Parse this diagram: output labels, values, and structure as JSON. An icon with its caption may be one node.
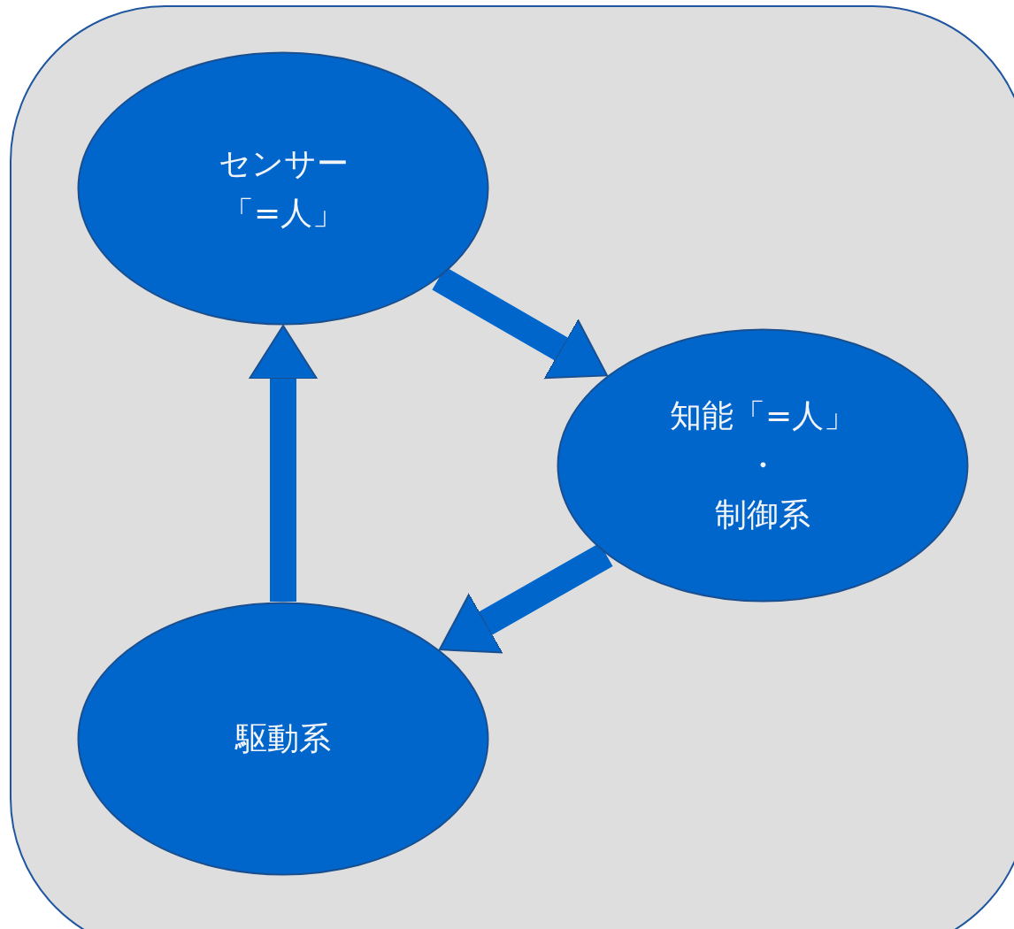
{
  "diagram": {
    "nodes": [
      {
        "text": [
          "センサー「=人」"
        ]
      },
      {
        "text": [
          "知能「=人」",
          "・",
          "制御系"
        ]
      },
      {
        "text": [
          "駆動系"
        ]
      }
    ],
    "edges": [
      {
        "from": 0,
        "to": 1,
        "arrow": "to"
      },
      {
        "from": 1,
        "to": 2,
        "arrow": "to"
      },
      {
        "from": 2,
        "to": 0,
        "arrow": "to"
      }
    ]
  }
}
